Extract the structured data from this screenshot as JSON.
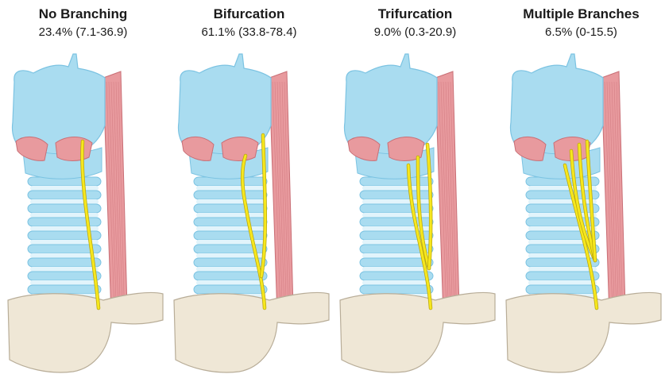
{
  "panels": [
    {
      "title": "No Branching",
      "stat": "23.4% (7.1-36.9)",
      "branches": 1
    },
    {
      "title": "Bifurcation",
      "stat": "61.1% (33.8-78.4)",
      "branches": 2
    },
    {
      "title": "Trifurcation",
      "stat": "9.0% (0.3-20.9)",
      "branches": 3
    },
    {
      "title": "Multiple Branches",
      "stat": "6.5% (0-15.5)",
      "branches": 4
    }
  ],
  "colors": {
    "cartilage": "#a9dcf0",
    "cartilage_dark": "#7cc3e2",
    "ring_light": "#e2f4fb",
    "muscle": "#e89a9e",
    "muscle_dark": "#c96f76",
    "nerve": "#f6e71e",
    "nerve_outline": "#b9a50c",
    "bone": "#efe7d6",
    "bone_outline": "#b8ad98"
  }
}
